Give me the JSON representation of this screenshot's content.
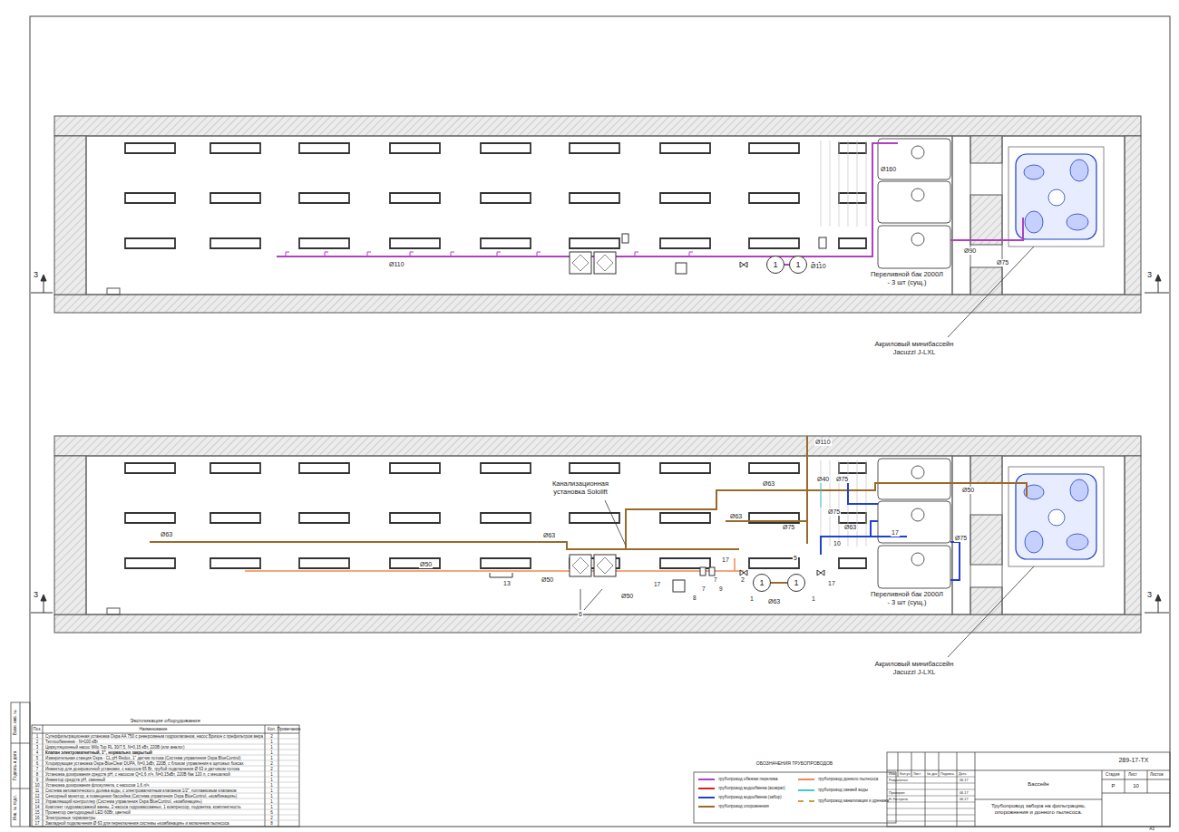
{
  "diagram": {
    "nodes": [
      {
        "text": [
          "1"
        ]
      },
      {
        "text": [
          "1"
        ]
      },
      {
        "text": [
          "1"
        ]
      },
      {
        "text": [
          "1"
        ]
      }
    ],
    "edges": [
      {
        "from": 0,
        "to": 1,
        "arrow": "none"
      },
      {
        "from": 2,
        "to": 3,
        "arrow": "none"
      }
    ],
    "labels": [
      "Ø160",
      "Ø110",
      "Ø110",
      "Ø90",
      "Ø75",
      "Переливной бак 2000Л - 3 шт (сущ.)",
      "Акриловый минибассейн Jacuzzi J-LXL",
      "3",
      "3",
      "Ø110",
      "Канализационная установка Sololift",
      "Ø63",
      "Ø40",
      "Ø75",
      "Ø50",
      "Ø63",
      "Ø63",
      "Ø75",
      "Ø75",
      "Ø63",
      "10",
      "17",
      "Ø75",
      "Ø63",
      "17",
      "5",
      "Ø50",
      "Ø50",
      "13",
      "2",
      "7",
      "17",
      "7",
      "9",
      "17",
      "1",
      "1",
      "Ø63",
      "Ø50",
      "8",
      "6",
      "Переливной бак 2000Л - 3 шт (сущ.)",
      "Акриловый минибассейн Jacuzzi J-LXL",
      "3",
      "3",
      "Экспликация оборудования",
      "Поз.",
      "Наименование",
      "Кол.",
      "Примечание",
      "1",
      "Суперфильтрационная установка Ospa AA 750 с реверсивным гидроклапаном, насос Бризон с префильтром мера",
      "2",
      "2",
      "Теплообменник - N=100 кВт",
      "1",
      "3",
      "Циркуляционный насос Wilo Top RL 30/7,5, N=0,15 кВт, 220В (или аналог)",
      "1",
      "4",
      "Клапан электромагнитный, 1\", нормально закрытый",
      "1",
      "5",
      "Измерительная станция Ospa - CL pH Redox, 1\" датчик потока (Система управления Ospa BlueControl)",
      "1",
      "6",
      "Хлорирующая установка Ospa-BlueClear DUPA, N=0,1кВт, 220В, с блоком управления в щитовых боксах",
      "2",
      "7",
      "Инжектор для дозировочной установки, с насосом 65 Вт, трубой подключения Ø 63 и датчиком потока",
      "2",
      "8",
      "Установка дозирования средств pH, с насосом Q=1,6 л/ч, N=0,15кВт, 220В бак 120 л, с мешалкой",
      "1",
      "9",
      "Инжектор средств pH, сменный",
      "1",
      "10",
      "Установка дозирования флокулянта, с насосом 1,6 л/ч",
      "1",
      "11",
      "Система автоматического долива воды, с электромагнитным клапаном 1/2\", поплавковым клапаном",
      "1",
      "12",
      "Сенсорный монитор, в помещении бассейна (Система управления Ospa BlueControl, «комбинация»)",
      "1",
      "13",
      "Управляющий контроллер (Система управления Ospa BlueControl, «комбинация»)",
      "1",
      "14",
      "Комплект гидромассажной ванны, 2 насоса гидромассажных, 1 компрессор, подсветка, комплектность",
      "1",
      "15",
      "Прожектор светодиодный LED 60Вт, цветной",
      "6",
      "16",
      "Электронные термометры",
      "2",
      "17",
      "Закладной подключения Ø 63 для переключения системы «комбинация» и включения пылесоса",
      "8",
      "ОБОЗНАЧЕНИЯ ТРУБОПРОВОДОВ",
      "289-17-ТХ",
      "Изм.",
      "Кол.уч",
      "Лист",
      "№ док",
      "Подпись",
      "Дата",
      "Разработал",
      "06.17",
      "Проверил",
      "06.17",
      "Н. Контроль",
      "06.17",
      "Бассейн",
      "Стадия",
      "Лист",
      "Листов",
      "Р",
      "10",
      "Трубопровод забора на фильтрацию, опорожнения и донного пылесоса.",
      "А3",
      "Взам. инв. №",
      "Подпись и дата",
      "Инв. № подл."
    ],
    "legend": [
      {
        "text": "трубопровод обвязки перелива",
        "color": "#b040c0"
      },
      {
        "text": "трубопровод водообмена (возврат)",
        "color": "#e02020"
      },
      {
        "text": "трубопровод водообмена (забор)",
        "color": "#2040d0"
      },
      {
        "text": "трубопровод опорожнения",
        "color": "#9a6a2a"
      },
      {
        "text": "трубопровод донного пылесоса",
        "color": "#f08a50"
      },
      {
        "text": "трубопровод свежей воды",
        "color": "#40c8d0"
      },
      {
        "text": "трубопровод канализации и дренажа",
        "color": "#c8a040"
      }
    ]
  }
}
